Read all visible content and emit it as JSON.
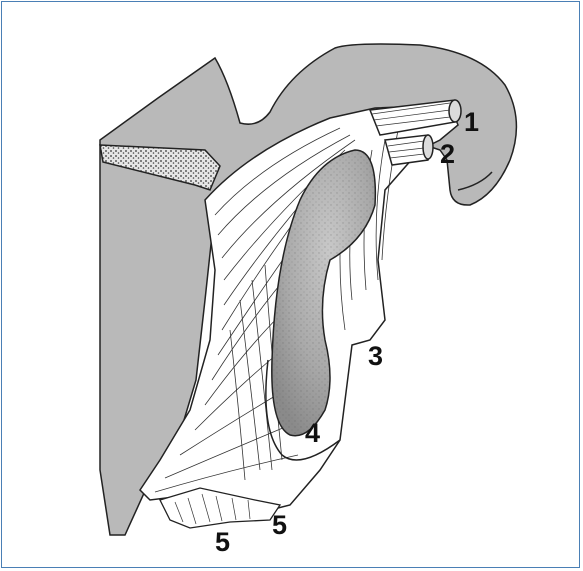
{
  "colors": {
    "frame_border": "#4a7fb5",
    "bone_gray": "#b9b9b9",
    "ligament_fill": "#ffffff",
    "line": "#222222",
    "cavity_stipple": "#9c9c9c"
  },
  "labels": {
    "l1": "1",
    "l2": "2",
    "l3": "3",
    "l4": "4",
    "l5a": "5",
    "l5b": "5"
  }
}
